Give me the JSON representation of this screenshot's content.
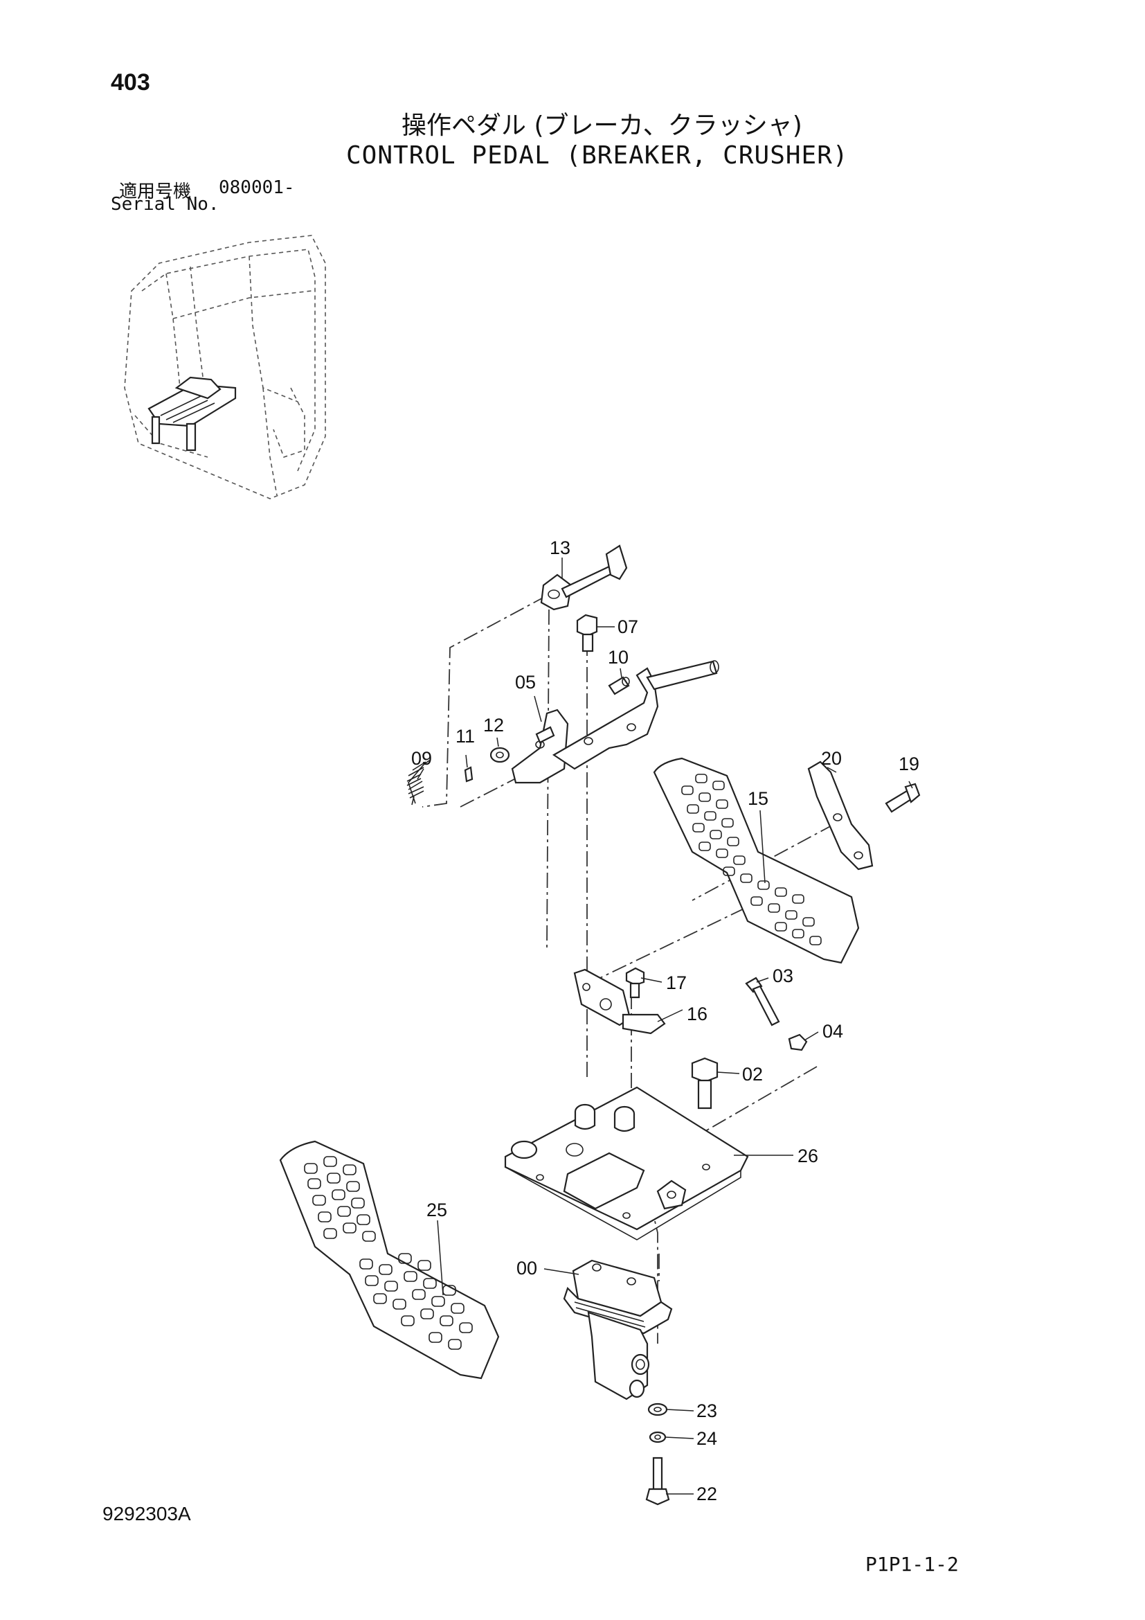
{
  "header": {
    "page_number": "403",
    "title_jp": "操作ペダル (ブレーカ、クラッシャ)",
    "title_en": "CONTROL PEDAL (BREAKER, CRUSHER)",
    "serial_label_jp": "適用号機",
    "serial_value": "080001-",
    "serial_label_en": "Serial No."
  },
  "callouts": {
    "p00": "00",
    "p02": "02",
    "p03": "03",
    "p04": "04",
    "p05": "05",
    "p07": "07",
    "p09": "09",
    "p10": "10",
    "p11": "11",
    "p12": "12",
    "p13": "13",
    "p15": "15",
    "p16": "16",
    "p17": "17",
    "p19": "19",
    "p20": "20",
    "p22": "22",
    "p23": "23",
    "p24": "24",
    "p25": "25",
    "p26": "26"
  },
  "footer": {
    "drawing_number": "9292303A",
    "page_code": "P1P1-1-2"
  }
}
